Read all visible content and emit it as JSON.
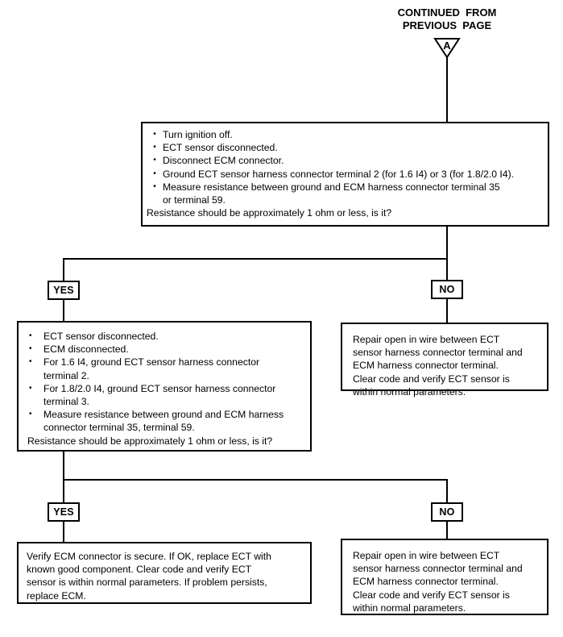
{
  "glyphs": {
    "bullet": "•"
  },
  "colors": {
    "background": "#ffffff",
    "line": "#000000",
    "text": "#000000"
  },
  "header": {
    "continued_from": "CONTINUED  FROM\nPREVIOUS  PAGE",
    "connector_label": "A"
  },
  "nodes": {
    "decision1": {
      "bullets": [
        "Turn ignition off.",
        "ECT sensor disconnected.",
        "Disconnect ECM connector.",
        "Ground ECT sensor harness connector terminal 2 (for 1.6 I4) or 3 (for 1.8/2.0 I4).",
        "Measure resistance between ground and ECM harness connector terminal 35\nor terminal 59."
      ],
      "question": "Resistance should be approximately 1 ohm or less, is it?"
    },
    "branch1": {
      "yes": "YES",
      "no": "NO"
    },
    "decision2": {
      "bullets": [
        "ECT sensor disconnected.",
        "ECM disconnected.",
        "For 1.6 I4, ground ECT sensor harness connector\nterminal 2.",
        "For 1.8/2.0 I4, ground ECT sensor harness connector\nterminal 3.",
        "Measure resistance between ground and ECM harness\nconnector terminal 35, terminal 59."
      ],
      "question": "Resistance should be approximately 1 ohm or less, is it?"
    },
    "repair_no1": {
      "text": "Repair open in wire between ECT\nsensor harness connector terminal and\nECM harness connector terminal.\nClear code and verify ECT sensor is\nwithin normal parameters."
    },
    "branch2": {
      "yes": "YES",
      "no": "NO"
    },
    "replace_yes2": {
      "text": "Verify ECM connector is secure. If OK, replace ECT with\nknown good component. Clear code and verify ECT\nsensor is within normal parameters. If problem persists,\nreplace ECM."
    },
    "repair_no2": {
      "text": "Repair open in wire between ECT\nsensor harness connector terminal and\nECM harness connector terminal.\nClear code and verify ECT sensor is\nwithin normal parameters."
    }
  }
}
